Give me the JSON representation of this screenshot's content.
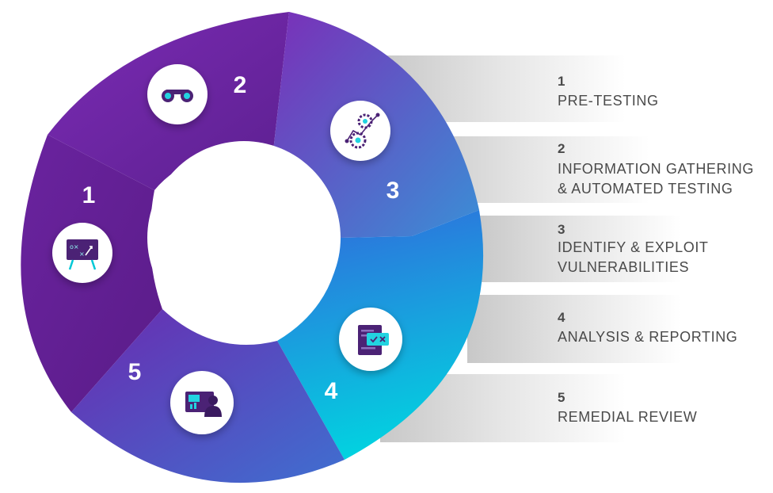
{
  "steps": [
    {
      "number": "1",
      "label_lines": [
        "PRE-TESTING"
      ],
      "icon": "strategy-board-icon"
    },
    {
      "number": "2",
      "label_lines": [
        "INFORMATION GATHERING",
        "& AUTOMATED TESTING"
      ],
      "icon": "binoculars-icon"
    },
    {
      "number": "3",
      "label_lines": [
        "IDENTIFY & EXPLOIT",
        "VULNERABILITIES"
      ],
      "icon": "gears-network-icon"
    },
    {
      "number": "4",
      "label_lines": [
        "ANALYSIS & REPORTING"
      ],
      "icon": "report-check-icon"
    },
    {
      "number": "5",
      "label_lines": [
        "REMEDIAL REVIEW"
      ],
      "icon": "presentation-icon"
    }
  ],
  "colors": {
    "purple_dark": "#5a1f8c",
    "purple": "#7a2fb5",
    "blue": "#2f7fd8",
    "cyan": "#00d0e0",
    "text": "#4a4a4a",
    "band": "#dedede"
  }
}
